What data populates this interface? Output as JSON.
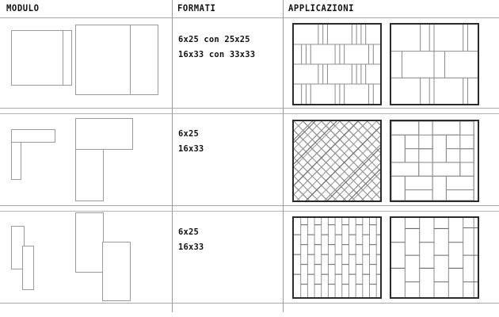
{
  "table": {
    "columns": [
      {
        "id": "modulo",
        "label": "MODULO"
      },
      {
        "id": "formati",
        "label": "FORMATI"
      },
      {
        "id": "applicazioni",
        "label": "APPLICAZIONI"
      }
    ],
    "rows": [
      {
        "id": "row-1",
        "formats": [
          "6x25 con 25x25",
          "16x33 con 33x33"
        ],
        "module_name": "square-plus-strip-module",
        "applications": [
          "banded-offset-pattern",
          "large-band-pattern"
        ]
      },
      {
        "id": "row-2",
        "formats": [
          "6x25",
          "16x33"
        ],
        "module_name": "l-shape-module",
        "applications": [
          "herringbone-diagonal-pattern",
          "herringbone-orthogonal-pattern"
        ]
      },
      {
        "id": "row-3",
        "formats": [
          "6x25",
          "16x33"
        ],
        "module_name": "offset-vertical-module",
        "applications": [
          "narrow-running-bond-pattern",
          "wide-running-bond-pattern"
        ]
      }
    ]
  },
  "style": {
    "line_color": "#9b9b9b",
    "rule_color": "#a9a9a9",
    "frame_color": "#2b2b2b",
    "text_color": "#111111",
    "background": "#ffffff"
  }
}
